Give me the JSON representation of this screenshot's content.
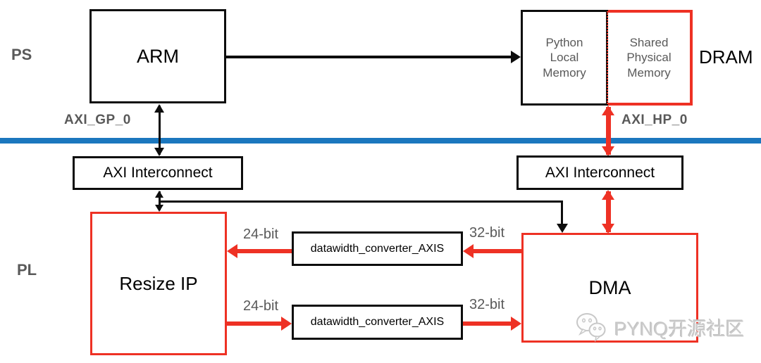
{
  "diagram": {
    "title_context": "PYNQ PS/PL resize pipeline block diagram",
    "regions": {
      "ps_label": "PS",
      "pl_label": "PL"
    },
    "blocks": {
      "arm": "ARM",
      "python_local_memory": "Python Local Memory",
      "shared_physical_memory": "Shared Physical Memory",
      "dram_label": "DRAM",
      "axi_interconnect_left": "AXI Interconnect",
      "axi_interconnect_right": "AXI Interconnect",
      "resize_ip": "Resize IP",
      "dma": "DMA",
      "datawidth_converter_top": "datawidth_converter_AXIS",
      "datawidth_converter_bottom": "datawidth_converter_AXIS"
    },
    "ports": {
      "axi_gp_0": "AXI_GP_0",
      "axi_hp_0": "AXI_HP_0"
    },
    "bus_widths": {
      "top_left": "24-bit",
      "top_right": "32-bit",
      "bottom_left": "24-bit",
      "bottom_right": "32-bit"
    },
    "colors": {
      "highlight_red": "#EE3124",
      "ps_pl_divider_blue": "#1B77BE",
      "muted_text_gray": "#595959",
      "line_black": "#0d0d0d"
    }
  },
  "watermark": {
    "icon": "wechat-icon",
    "text": "PYNQ开源社区"
  }
}
